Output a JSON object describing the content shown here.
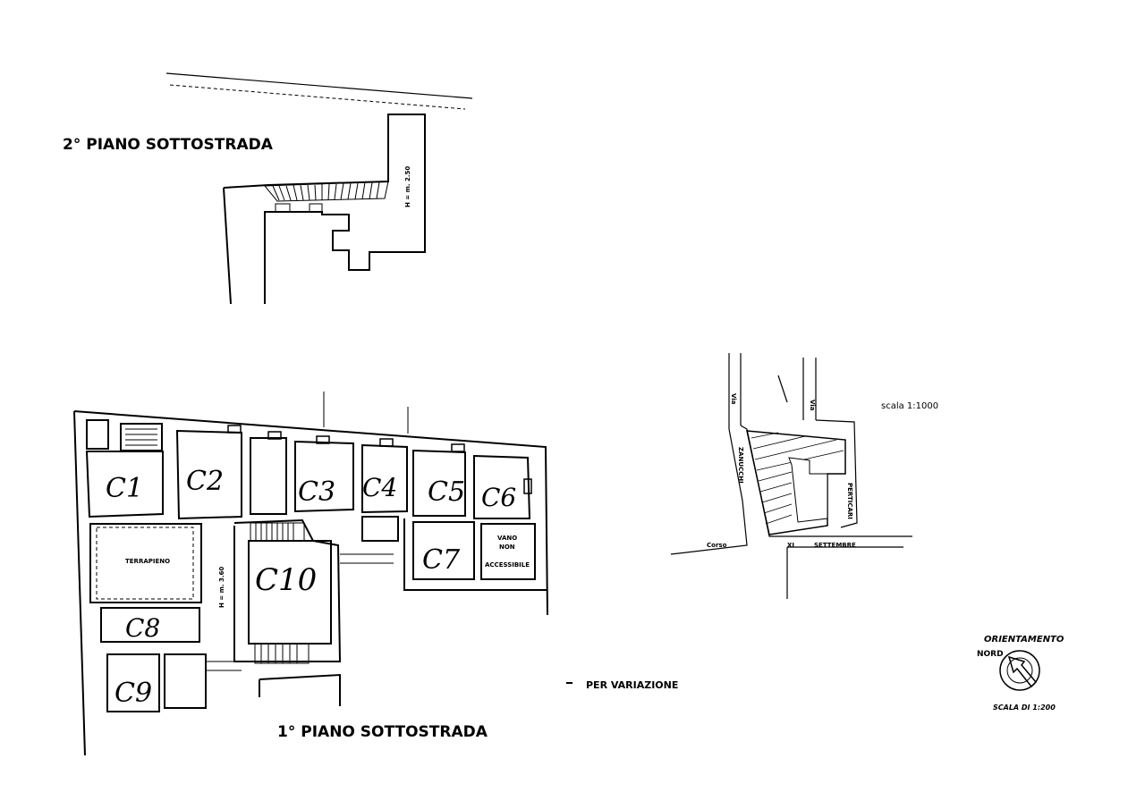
{
  "floor_2": {
    "title": "2° PIANO SOTTOSTRADA",
    "height": "H = m. 2.50"
  },
  "floor_1": {
    "title": "1° PIANO SOTTOSTRADA",
    "height": "H = m. 3.60",
    "terrapieno": "TERRAPIENO",
    "vano": [
      "VANO",
      "NON",
      "ACCESSIBILE"
    ],
    "rooms": [
      "C1",
      "C2",
      "C3",
      "C4",
      "C5",
      "C6",
      "C7",
      "C8",
      "C9",
      "C10"
    ]
  },
  "variation_note": "PER VARIAZIONE",
  "location_map": {
    "scale": "scala    1:1000",
    "streets": {
      "via_left": "Via",
      "zanucchi": "ZANUCCHI",
      "via_right": "Via",
      "perticari": "PERTICARI",
      "corso": "Corso",
      "xi": "XI",
      "settembre": "SETTEMBRE"
    }
  },
  "orientation": {
    "title": "ORIENTAMENTO",
    "north": "NORD",
    "scale": "SCALA DI 1:200"
  }
}
